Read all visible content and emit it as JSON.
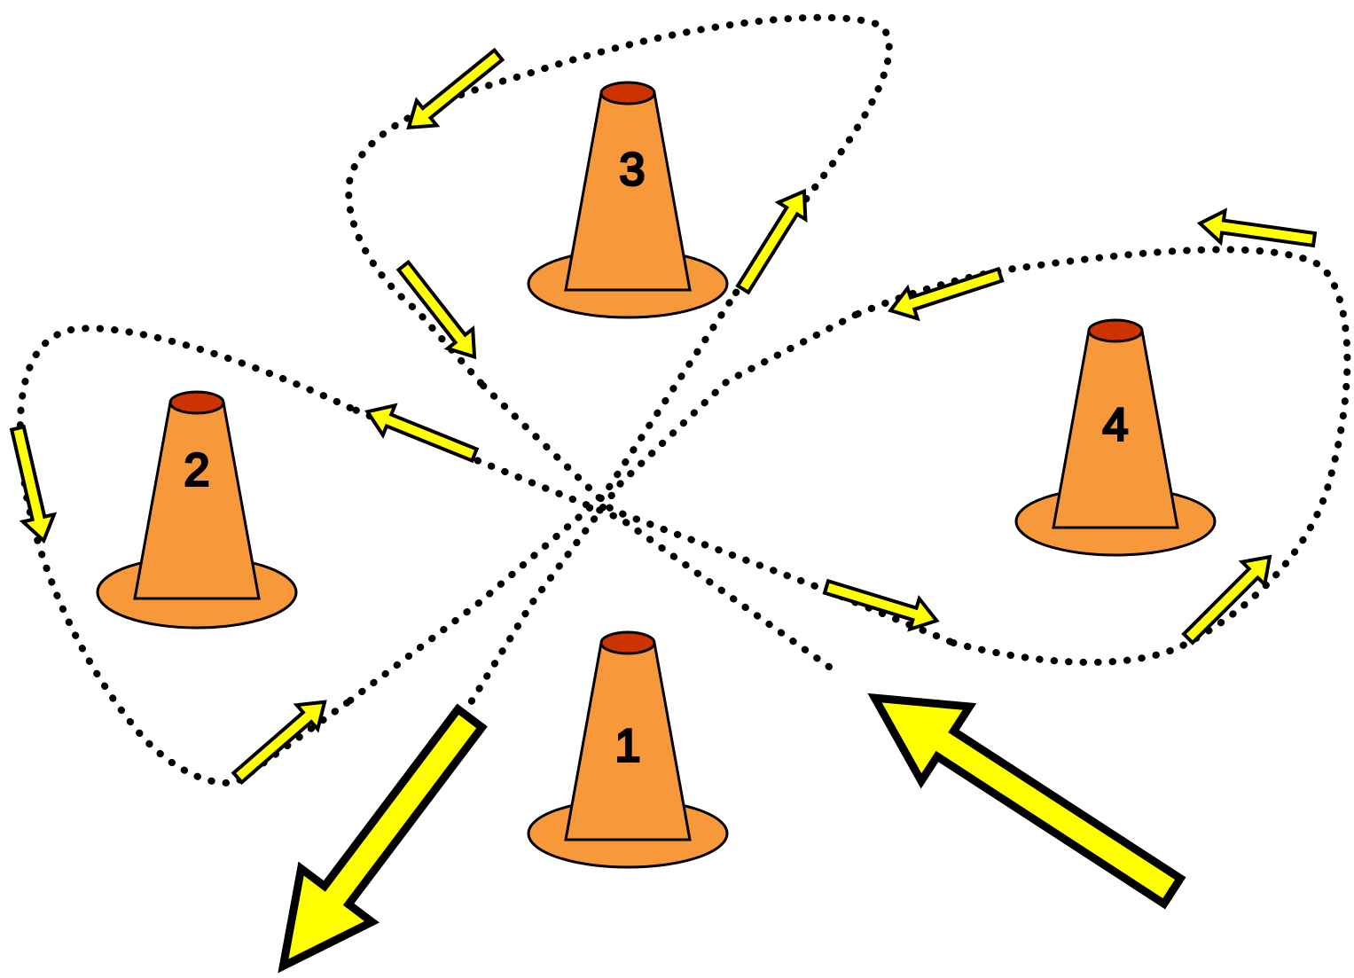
{
  "colors": {
    "background": "#ffffff",
    "cone_body": "#f7993a",
    "cone_top": "#cc3300",
    "outline": "#000000",
    "arrow_fill": "#ffff00",
    "path_dots": "#000000"
  },
  "cones": [
    {
      "label": "1"
    },
    {
      "label": "2"
    },
    {
      "label": "3"
    },
    {
      "label": "4"
    }
  ]
}
